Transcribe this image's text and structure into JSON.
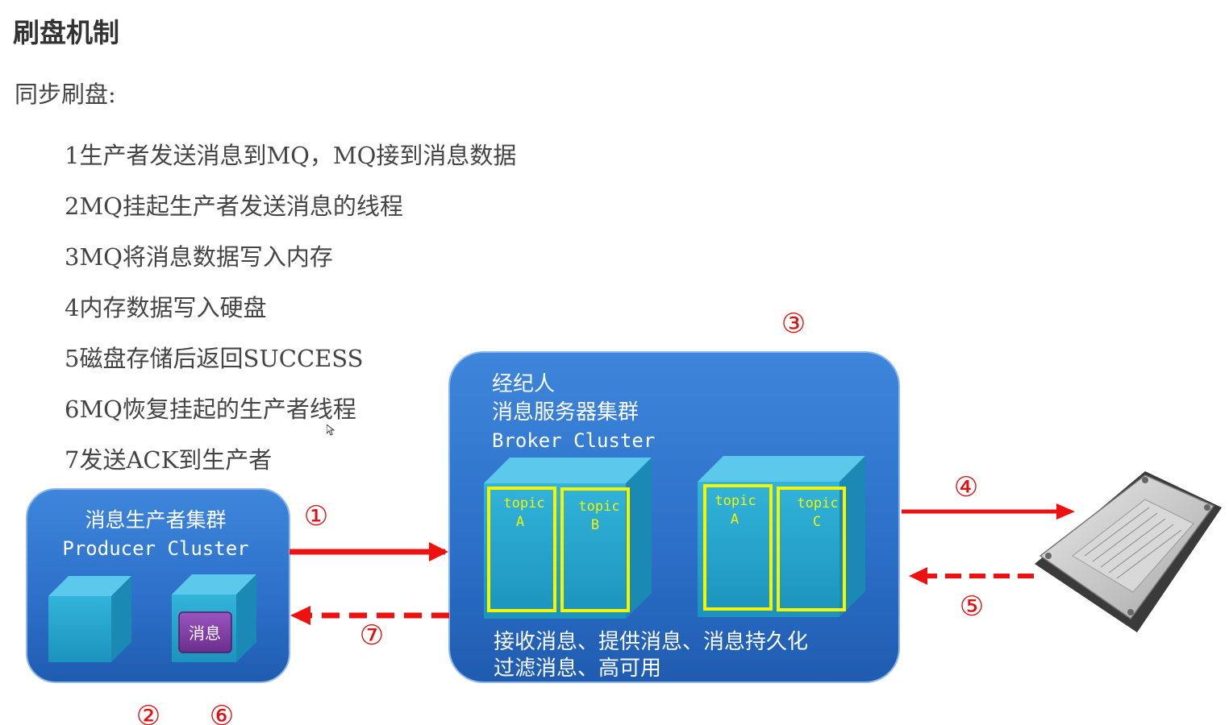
{
  "page": {
    "title": "刷盘机制",
    "subtitle": "同步刷盘:",
    "steps": [
      "1生产者发送消息到MQ，MQ接到消息数据",
      "2MQ挂起生产者发送消息的线程",
      "3MQ将消息数据写入内存",
      "4内存数据写入硬盘",
      "5磁盘存储后返回SUCCESS",
      "6MQ恢复挂起的生产者线程",
      "7发送ACK到生产者"
    ]
  },
  "diagram": {
    "producer": {
      "title_cn": "消息生产者集群",
      "title_en": "Producer Cluster",
      "message_label": "消息"
    },
    "broker": {
      "title_line1": "经纪人",
      "title_line2": "消息服务器集群",
      "title_line3": "Broker Cluster",
      "topics": [
        {
          "word": "topic",
          "name": "A"
        },
        {
          "word": "topic",
          "name": "B"
        },
        {
          "word": "topic",
          "name": "A"
        },
        {
          "word": "topic",
          "name": "C"
        }
      ],
      "desc_line1": "接收消息、提供消息、消息持久化",
      "desc_line2": "过滤消息、高可用"
    },
    "markers": {
      "m1": "①",
      "m2": "②",
      "m3": "③",
      "m4": "④",
      "m5": "⑤",
      "m6": "⑥",
      "m7": "⑦"
    },
    "colors": {
      "box_blue": "#2f74cc",
      "cube_front": "#29a5cc",
      "cube_top": "#5cc8ec",
      "topic_outline": "#f5f500",
      "arrow_red": "#ee1111",
      "marker_red": "#dd1111",
      "message_purple": "#7b3d9e"
    }
  }
}
